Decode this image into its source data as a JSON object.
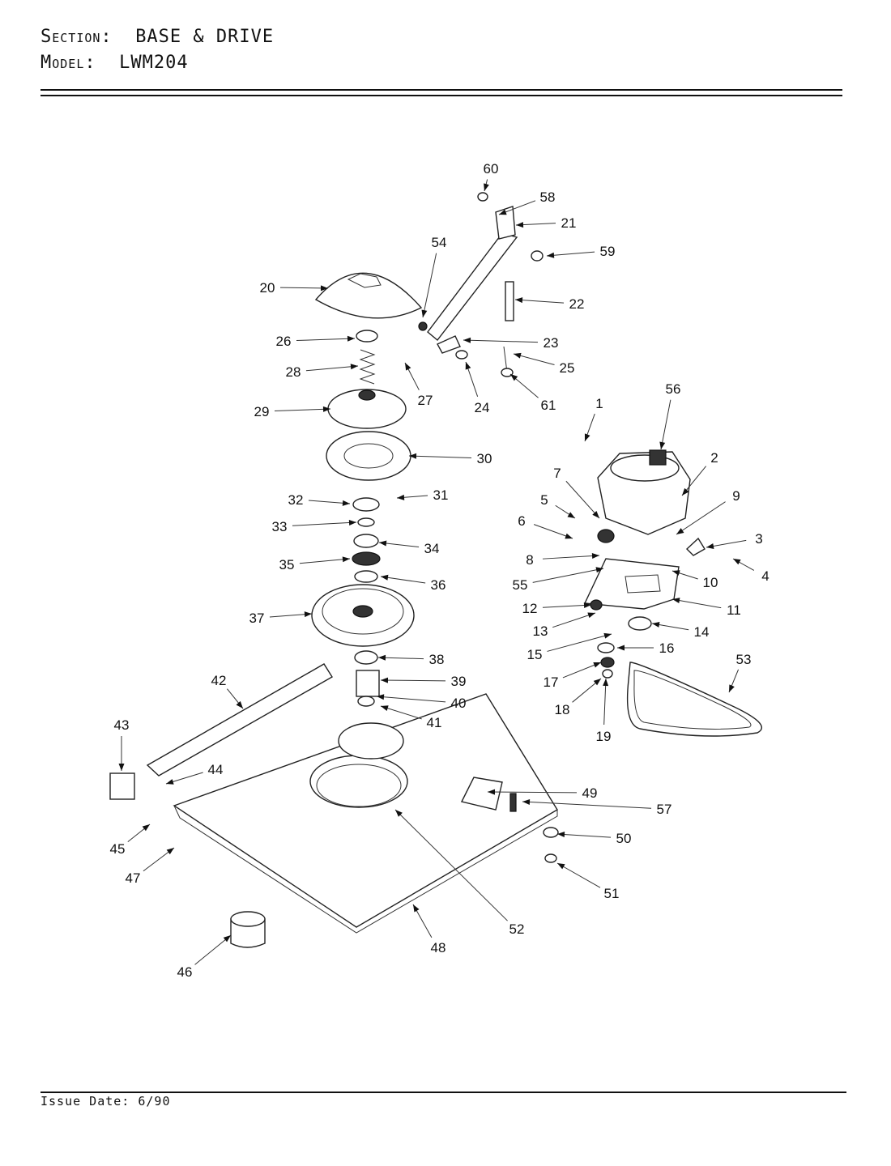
{
  "header": {
    "section_key": "Section:",
    "section_value": "BASE & DRIVE",
    "model_key": "Model:",
    "model_value": "LWM204"
  },
  "footer": {
    "issue_date": "Issue Date: 6/90"
  },
  "callouts": [
    "1",
    "2",
    "3",
    "4",
    "5",
    "6",
    "7",
    "8",
    "9",
    "10",
    "11",
    "12",
    "13",
    "14",
    "15",
    "16",
    "17",
    "18",
    "19",
    "20",
    "21",
    "22",
    "23",
    "24",
    "25",
    "26",
    "27",
    "28",
    "29",
    "30",
    "31",
    "32",
    "33",
    "34",
    "35",
    "36",
    "37",
    "38",
    "39",
    "40",
    "41",
    "42",
    "43",
    "44",
    "45",
    "46",
    "47",
    "48",
    "49",
    "50",
    "51",
    "52",
    "53",
    "54",
    "55",
    "56",
    "57",
    "58",
    "59",
    "60",
    "61"
  ]
}
